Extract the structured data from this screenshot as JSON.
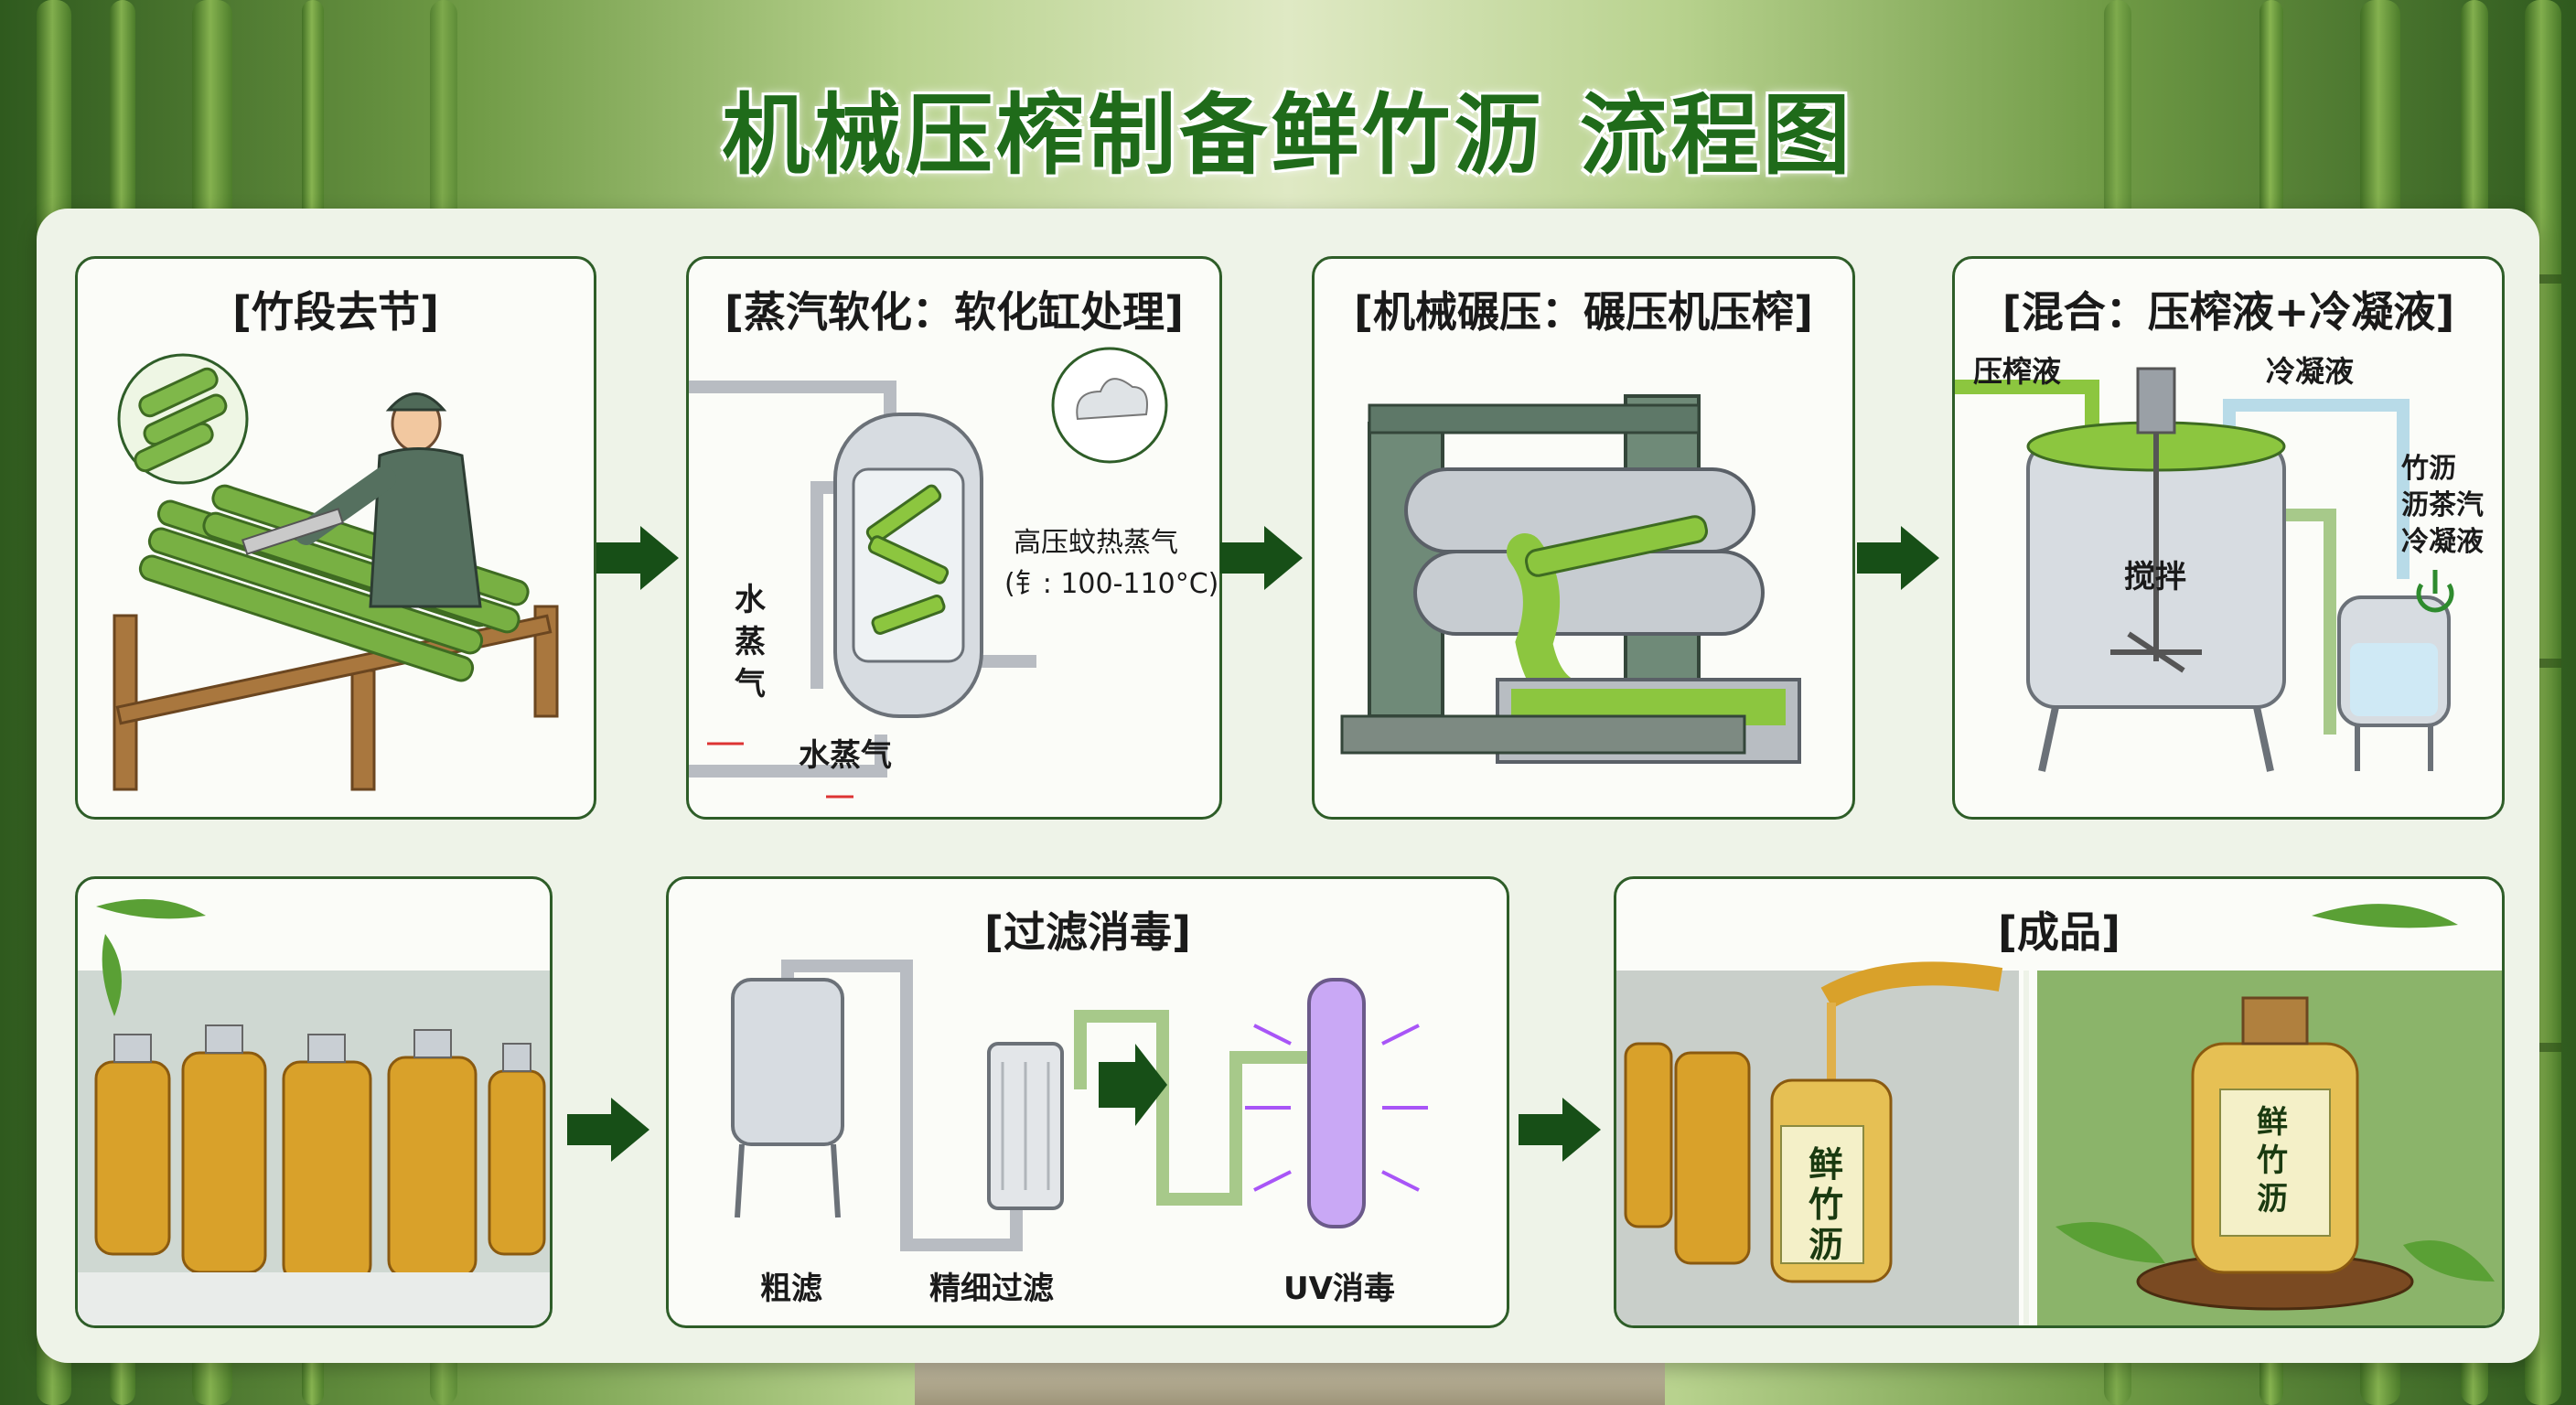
{
  "title": "机械压榨制备鲜竹沥 流程图",
  "colors": {
    "accent": "#1f6b1a",
    "panel_border": "#2e5d28",
    "juice": "#8cc63f",
    "uv": "#a855f7"
  },
  "steps": [
    {
      "title": "[竹段去节]"
    },
    {
      "title": "[蒸汽软化：软化缸处理]",
      "label_steam_vertical": "水\n蒸\n气",
      "label_steam_bottom": "水蒸气",
      "label_pressure_1": "高压蚊热蒸气",
      "label_pressure_2": "(钅: 100-110°C)"
    },
    {
      "title": "[机械碾压：碾压机压榨]"
    },
    {
      "title": "[混合：压榨液+冷凝液]",
      "label_press": "压榨液",
      "label_condense": "冷凝液",
      "label_stir": "搅拌",
      "label_side": "竹沥\n沥茶汽\n冷凝液"
    },
    {
      "title": ""
    },
    {
      "title": "[过滤消毒]",
      "label_coarse": "粗滤",
      "label_fine": "精细过滤",
      "label_uv": "UV消毒"
    },
    {
      "title": "[成品]",
      "bottle_label_1": "鲜\n竹\n沥",
      "bottle_label_2": "鲜\n竹\n沥"
    }
  ],
  "icons": [
    "bamboo-bundle-icon",
    "steam-cloud-icon",
    "arrow-right-icon",
    "power-icon",
    "bamboo-leaf-icon"
  ]
}
